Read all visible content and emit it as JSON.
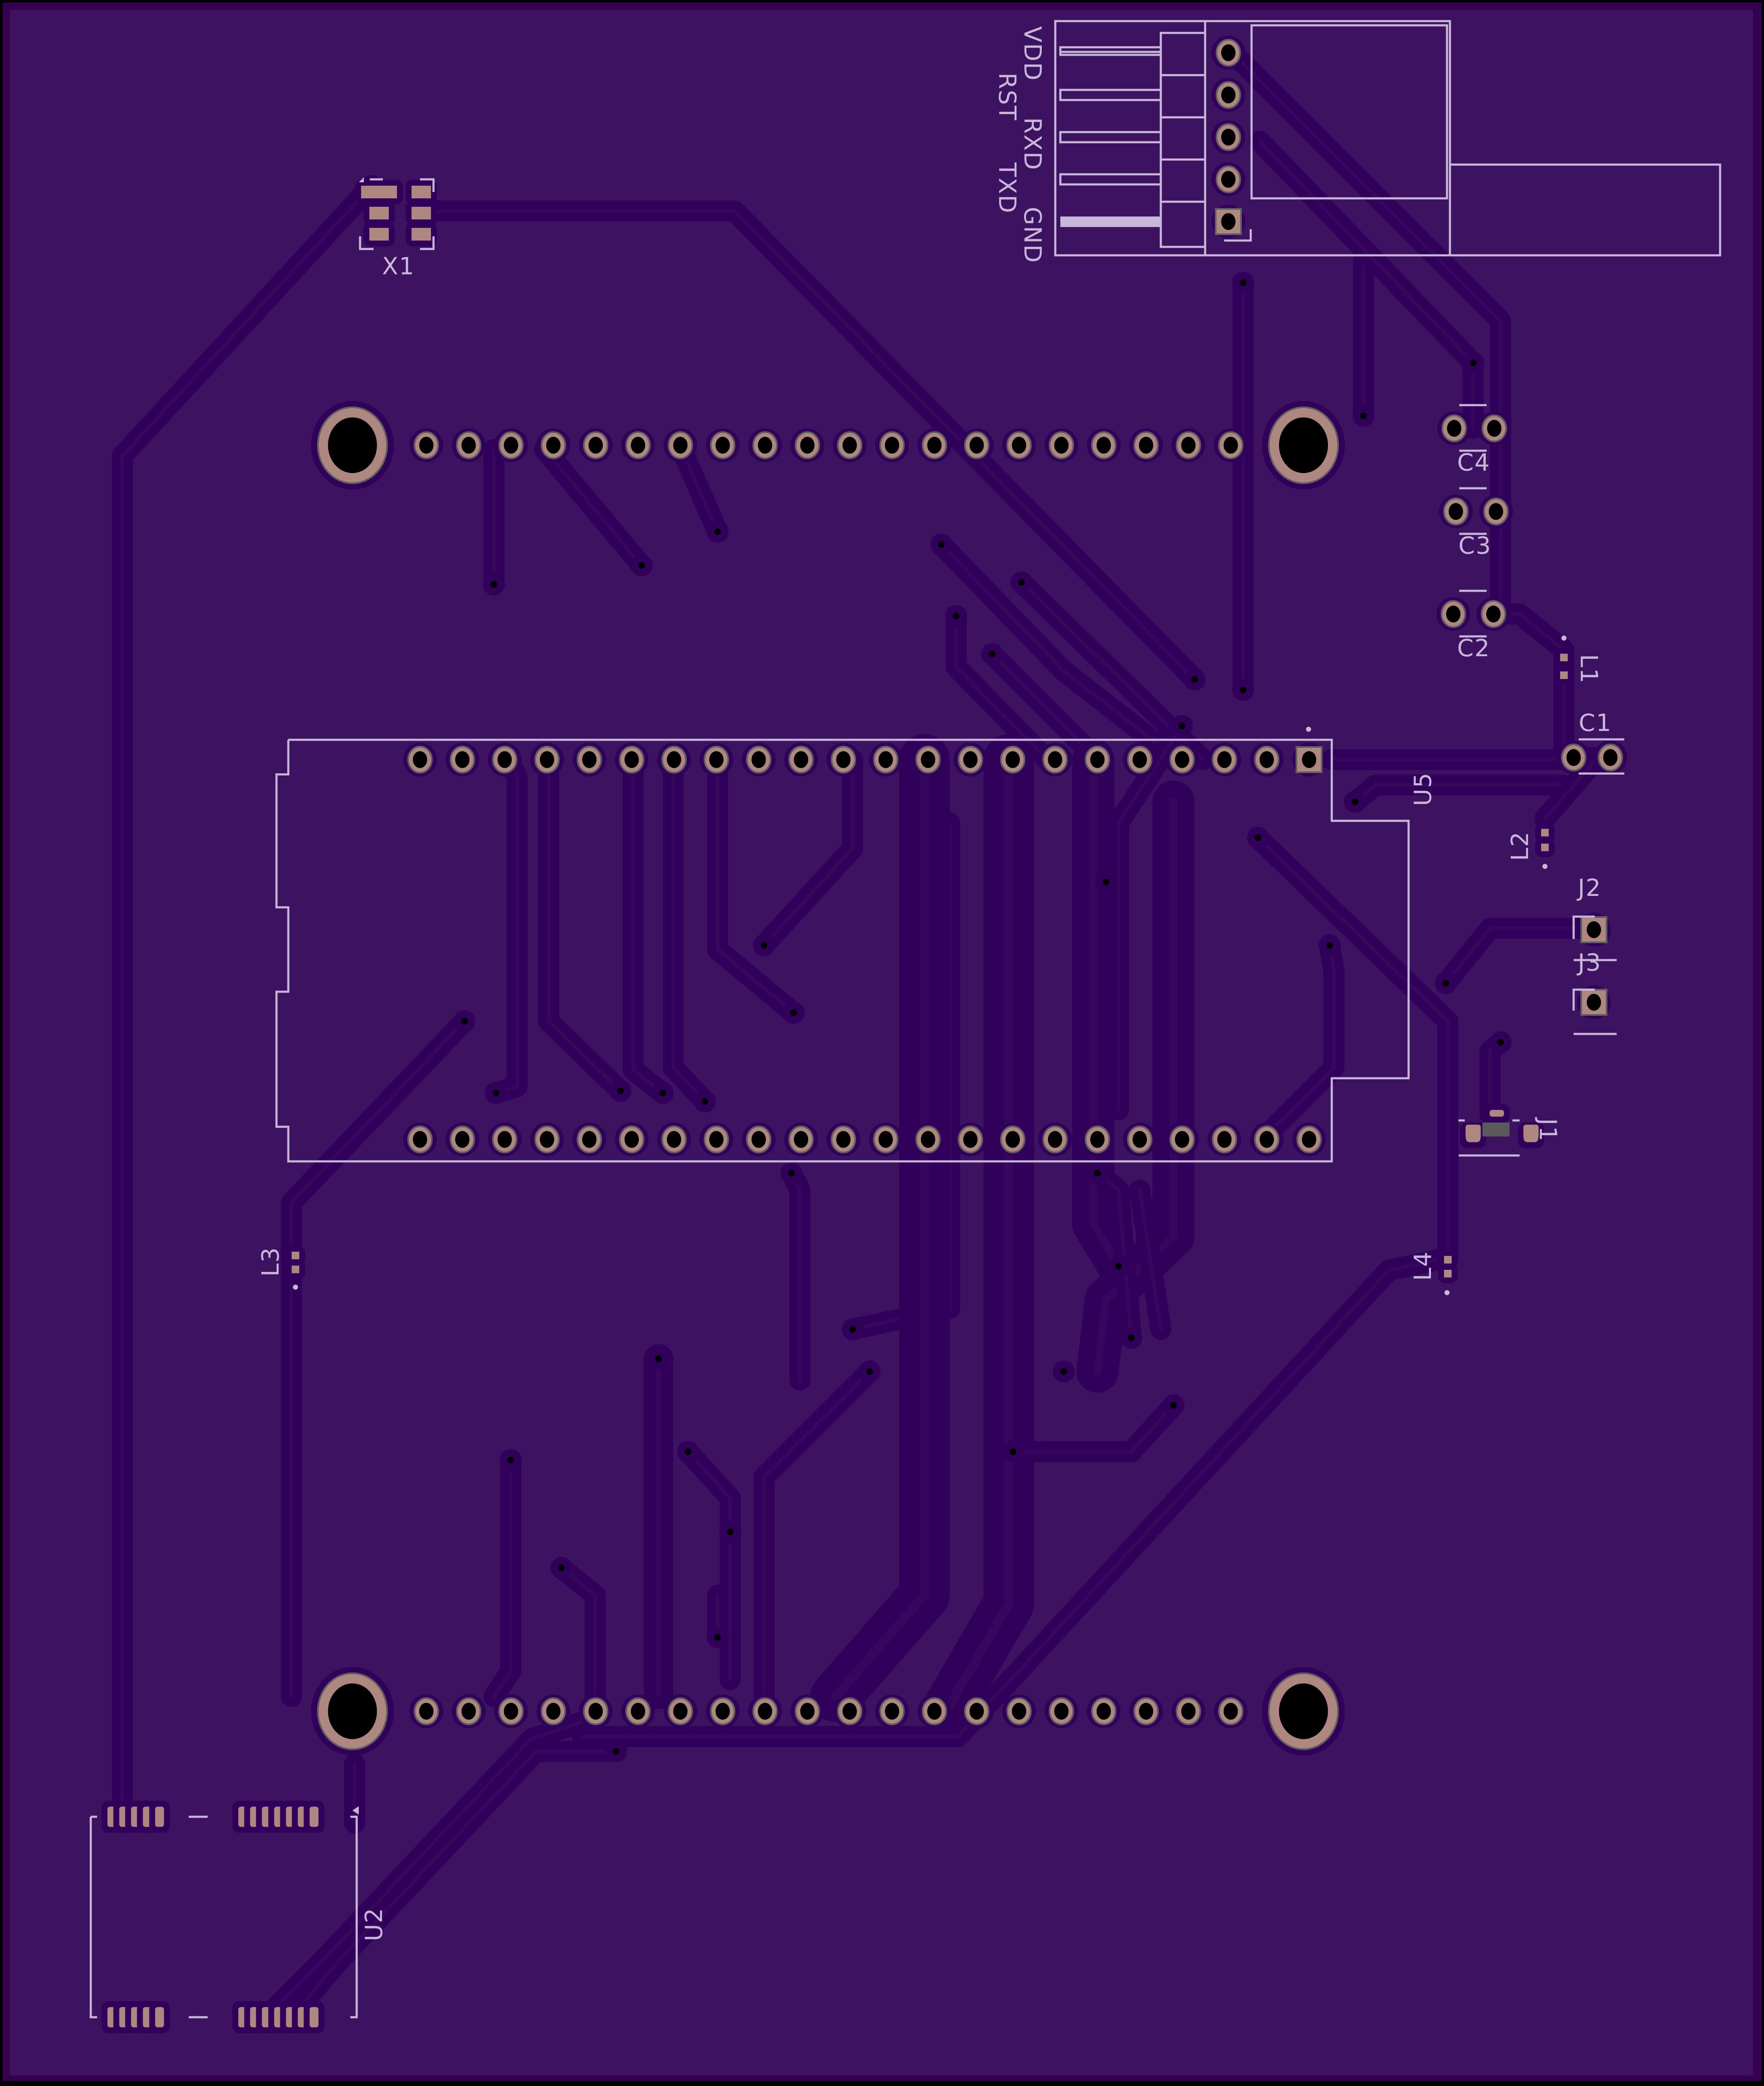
{
  "colors": {
    "outline": "#000000",
    "board_edge": "#34004f",
    "board_fill": "#3d1260",
    "trace": "#30005a",
    "trace_core": "#3b0f60",
    "copper": "#ae8880",
    "copper_ring": "#5f5f5f",
    "drill": "#000000",
    "silk": "#c7b8d9",
    "smd_body": "#5a5a5a"
  },
  "components": {
    "x1": {
      "ref": "X1"
    },
    "c1": {
      "ref": "C1"
    },
    "c2": {
      "ref": "C2"
    },
    "c3": {
      "ref": "C3"
    },
    "c4": {
      "ref": "C4"
    },
    "l1": {
      "ref": "L1"
    },
    "l2": {
      "ref": "L2"
    },
    "l3": {
      "ref": "L3"
    },
    "l4": {
      "ref": "L4"
    },
    "j1": {
      "ref": "J1"
    },
    "j2": {
      "ref": "J2"
    },
    "j3": {
      "ref": "J3"
    },
    "u2": {
      "ref": "U2"
    },
    "u5": {
      "ref": "U5"
    }
  },
  "ftdi_header": {
    "pins": [
      "VDD",
      "RST",
      "RXD",
      "TXD",
      "GND"
    ]
  },
  "headers": {
    "top_row_pins": 20,
    "bottom_row_pins": 20,
    "u5_pins_per_side": 22,
    "u2_pins_per_side": 12
  }
}
